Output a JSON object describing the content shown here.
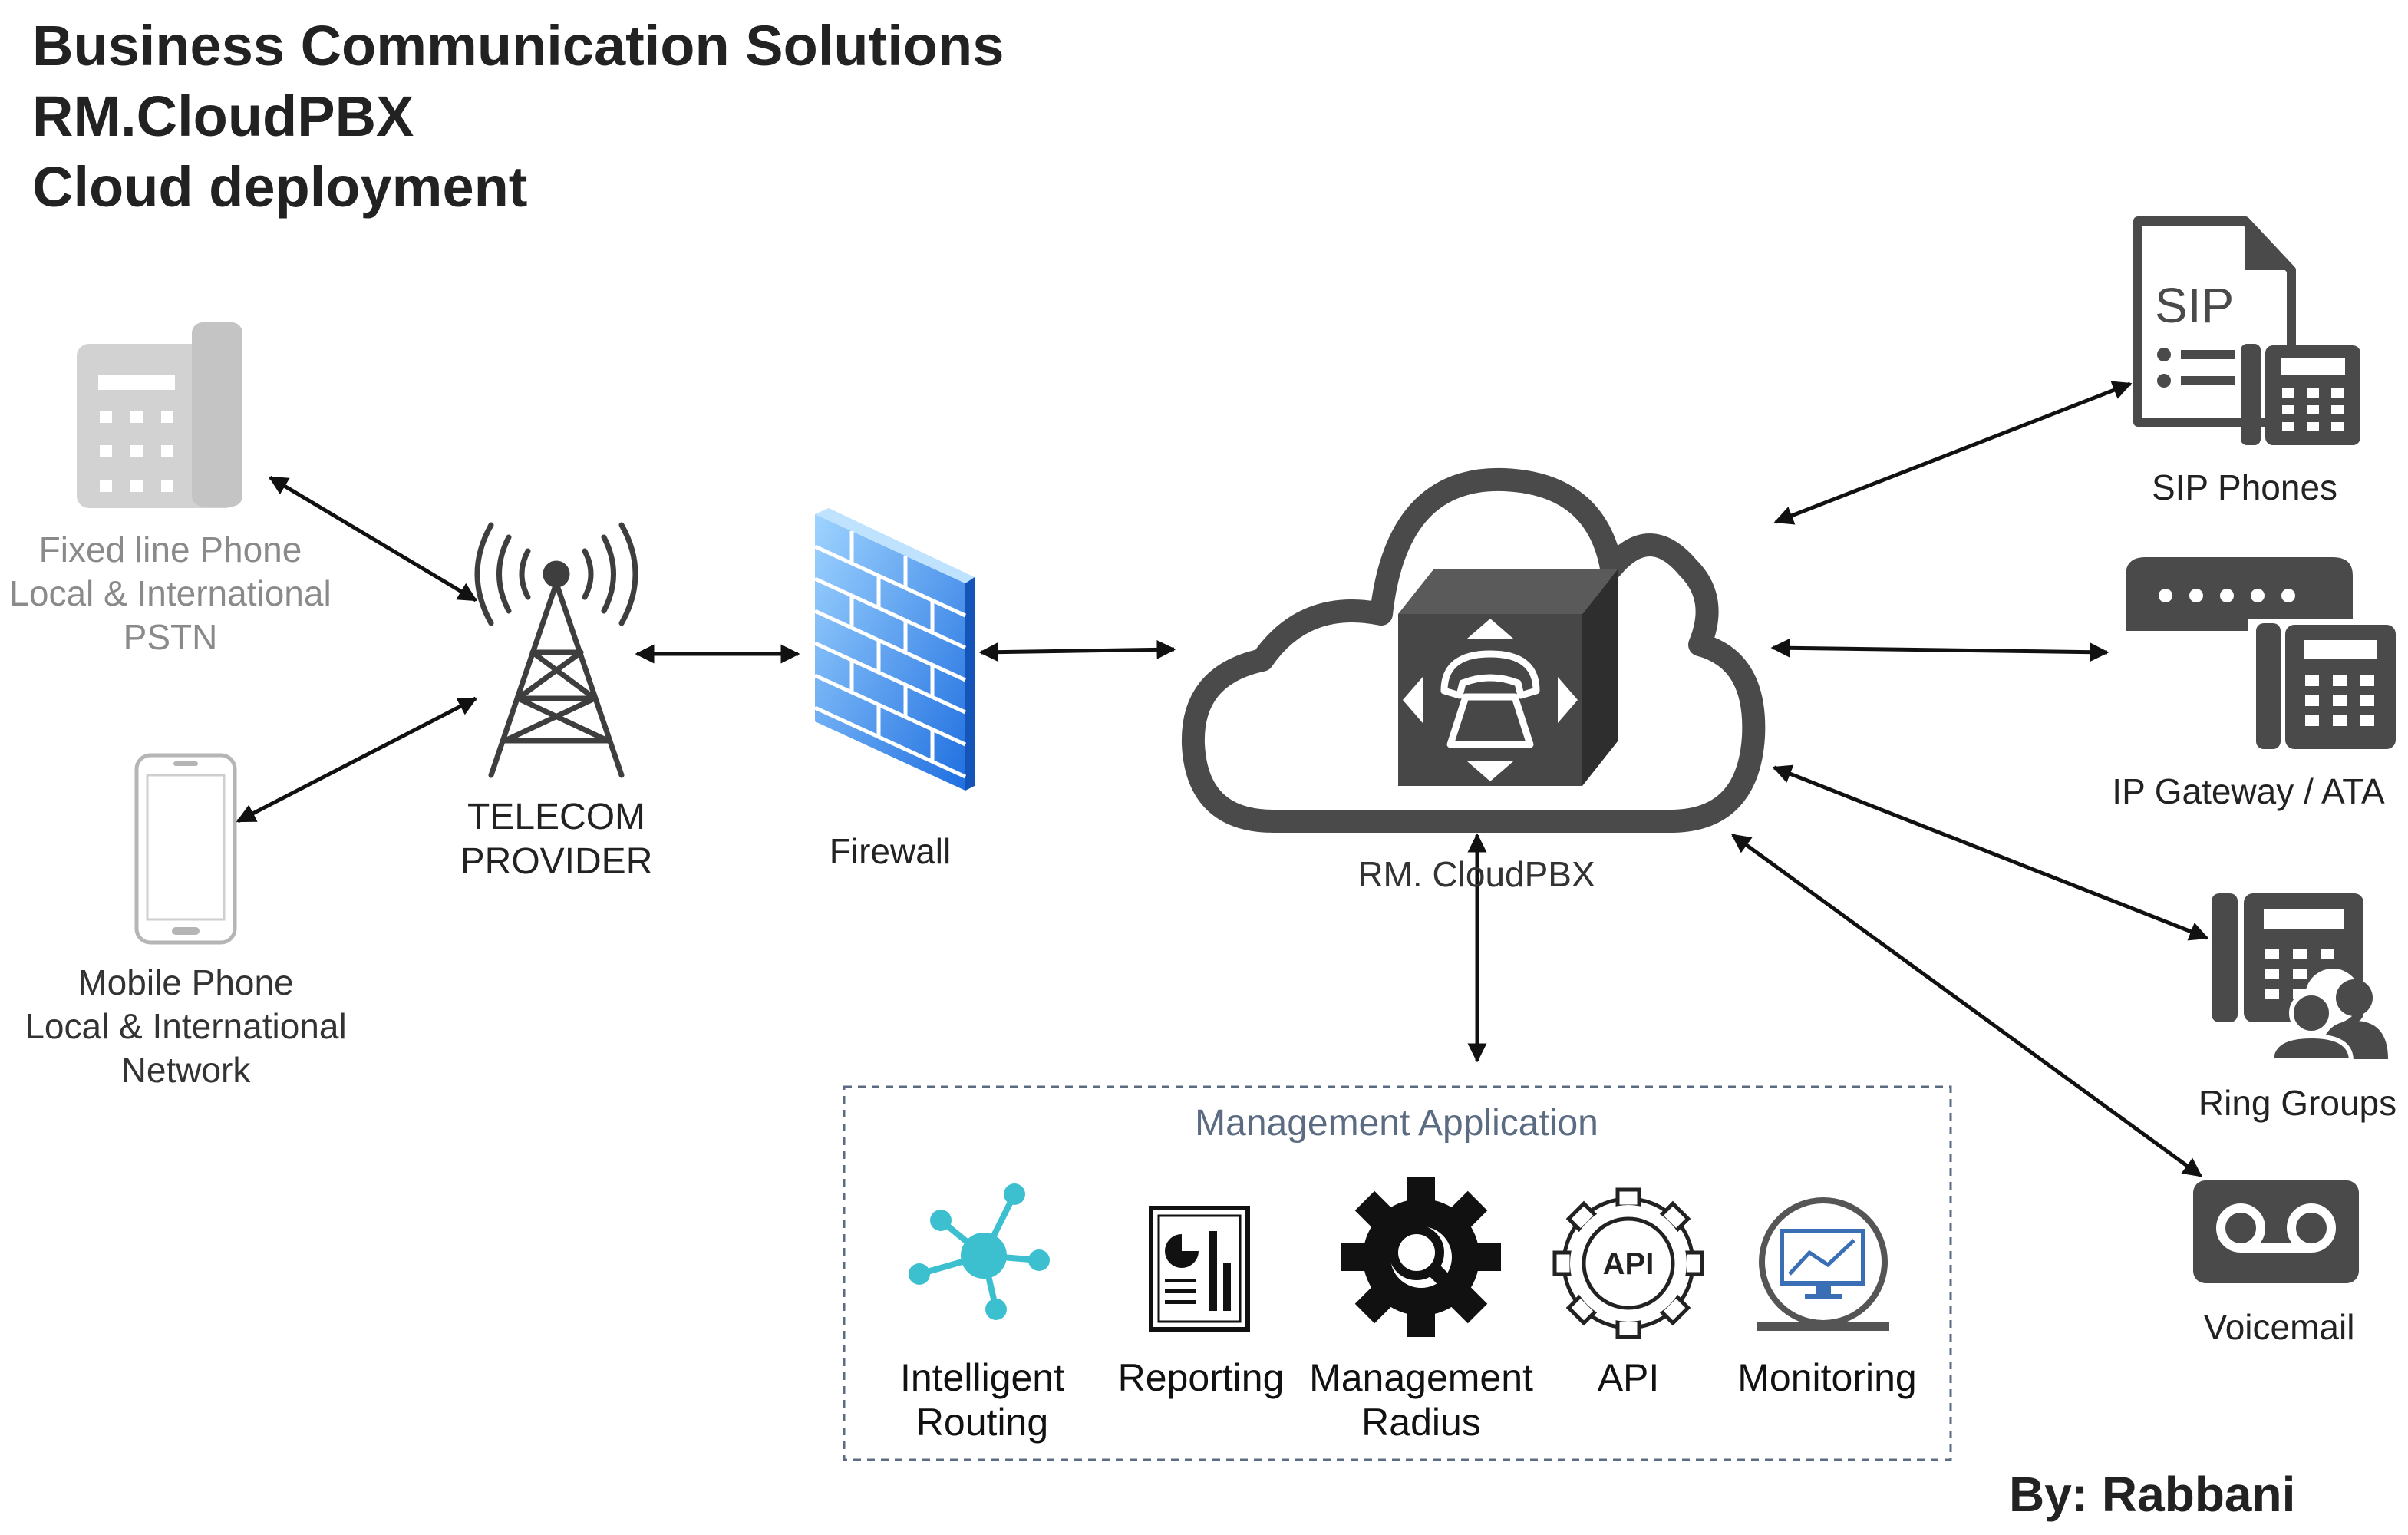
{
  "title": {
    "line1": "Business Communication Solutions",
    "line2": "RM.CloudPBX",
    "line3": "Cloud deployment"
  },
  "nodes": {
    "fixed_phone": {
      "line1": "Fixed line Phone",
      "line2": "Local & International",
      "line3": "PSTN",
      "icon": "desk-phone-icon"
    },
    "mobile_phone": {
      "line1": "Mobile Phone",
      "line2": "Local & International",
      "line3": "Network",
      "icon": "smartphone-icon"
    },
    "telecom": {
      "line1": "TELECOM",
      "line2": "PROVIDER",
      "icon": "cell-tower-icon"
    },
    "firewall": {
      "label": "Firewall",
      "icon": "firewall-icon"
    },
    "cloudpbx": {
      "label": "RM. CloudPBX",
      "icon": "cloud-pbx-icon"
    },
    "sip_phones": {
      "label": "SIP Phones",
      "icon": "sip-document-icon",
      "badge": "SIP"
    },
    "ip_gateway": {
      "label": "IP Gateway / ATA",
      "icon": "ip-gateway-icon"
    },
    "ring_groups": {
      "label": "Ring Groups",
      "icon": "ring-group-icon"
    },
    "voicemail": {
      "label": "Voicemail",
      "icon": "voicemail-icon"
    }
  },
  "management": {
    "title": "Management Application",
    "items": [
      {
        "line1": "Intelligent",
        "line2": "Routing",
        "icon": "routing-hub-icon"
      },
      {
        "line1": "Reporting",
        "line2": "",
        "icon": "report-document-icon"
      },
      {
        "line1": "Management",
        "line2": "Radius",
        "icon": "gear-wrench-icon"
      },
      {
        "line1": "API",
        "line2": "",
        "icon": "api-gear-icon",
        "badge": "API"
      },
      {
        "line1": "Monitoring",
        "line2": "",
        "icon": "monitor-chart-icon"
      }
    ]
  },
  "author": "By: Rabbani",
  "colors": {
    "icon_dark": "#4a4a4a",
    "icon_light": "#d0d0d0",
    "accent_teal": "#3cc0d0",
    "firewall_blue": "#2f7fe0",
    "border_dash": "#5b6b82"
  }
}
